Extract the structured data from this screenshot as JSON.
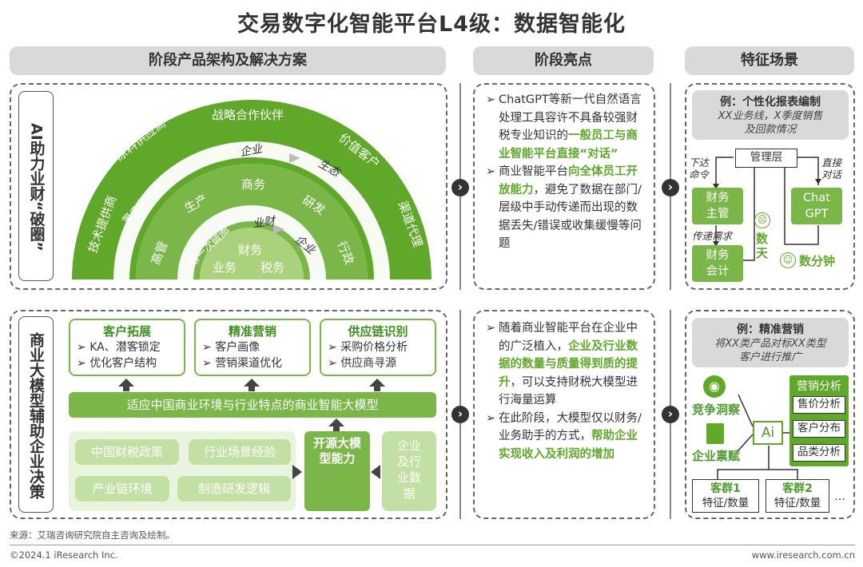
{
  "title": "交易数字化智能平台L4级：数据智能化",
  "headers": {
    "col1": "阶段产品架构及解决方案",
    "col2": "阶段亮点",
    "col3": "特征场景"
  },
  "row1": {
    "side_label": "AI助力业财“破圈”",
    "rainbow": {
      "outer_ring": [
        "战略合作伙伴",
        "原料供应商",
        "价值客户",
        "技术提供商",
        "渠道代理"
      ],
      "outer_mid": [
        "企业",
        "生态"
      ],
      "second_ring_label": "第二次破圈",
      "middle_ring": [
        "商务",
        "生产",
        "研发",
        "高管",
        "行政"
      ],
      "inner_mid": [
        "业财",
        "企业"
      ],
      "first_ring_label": "第一次破圈",
      "core": [
        "财务",
        "业务",
        "税务"
      ]
    },
    "highlights": [
      {
        "pre": "ChatGPT等新一代自然语言处理工具容许不具备较强财税专业知识的",
        "hl": "一般员工与商业智能平台直接“对话”",
        "post": ""
      },
      {
        "pre": "商业智能平台",
        "hl": "向全体员工开放能力",
        "post": "，避免了数据在部门/层级中手动传递而出现的数据丢失/错误或收集缓慢等问题"
      }
    ],
    "example": {
      "title": "例：个性化报表编制",
      "subtitle": "XX业务线，X季度销售及回款情况",
      "mgmt": "管理层",
      "down_cmd": "下达命令",
      "direct_dialog": "直接对话",
      "finance_mgr": "财务主管",
      "pass_req": "传递需求",
      "accountant": "财务会计",
      "chatgpt": "Chat GPT",
      "days": "数天",
      "minutes": "数分钟"
    }
  },
  "row2": {
    "side_label": "商业大模型辅助企业决策",
    "boxes": [
      {
        "title": "客户拓展",
        "items": [
          "KA、潜客锁定",
          "优化客户结构"
        ]
      },
      {
        "title": "精准营销",
        "items": [
          "客户画像",
          "营销渠道优化"
        ]
      },
      {
        "title": "供应链识别",
        "items": [
          "采购价格分析",
          "供应商寻源"
        ]
      }
    ],
    "model_bar": "适应中国商业环境与行业特点的商业智能大模型",
    "inputs": [
      "中国财税政策",
      "行业场景经验",
      "产业链环境",
      "制造研发逻辑"
    ],
    "open_source": "开源大模型能力",
    "enterprise_data": "企业及行业数据",
    "highlights": [
      {
        "pre": "随着商业智能平台在企业中的广泛植入，",
        "hl": "企业及行业数据的数量与质量得到质的提升",
        "post": "，可以支持财税大模型进行海量运算"
      },
      {
        "pre": "在此阶段，大模型仅以财务/业务助手的方式，",
        "hl": "帮助企业实现收入及利润的增加",
        "post": ""
      }
    ],
    "example": {
      "title": "例：精准营销",
      "subtitle": "将XX类产品对标XX类型客户进行推广",
      "competitive": "竞争洞察",
      "endowment": "企业禀赋",
      "ai": "Ai",
      "marketing_analysis": "营销分析",
      "analysis_items": [
        "售价分析",
        "客户分布",
        "品类分析"
      ],
      "groups": [
        {
          "name": "客群1",
          "desc": "特征/数量"
        },
        {
          "name": "客群2",
          "desc": "特征/数量"
        }
      ],
      "ellipsis": "…"
    }
  },
  "footer": {
    "source": "来源：艾瑞咨询研究院自主咨询及绘制。",
    "copyright": "©2024.1 iResearch Inc.",
    "url": "www.iresearch.com.cn"
  },
  "colors": {
    "accent": "#7ab648",
    "light_green": "#c3e0a4",
    "dark_green": "#4e9a2f",
    "header_gray": "#d9d9d9"
  }
}
